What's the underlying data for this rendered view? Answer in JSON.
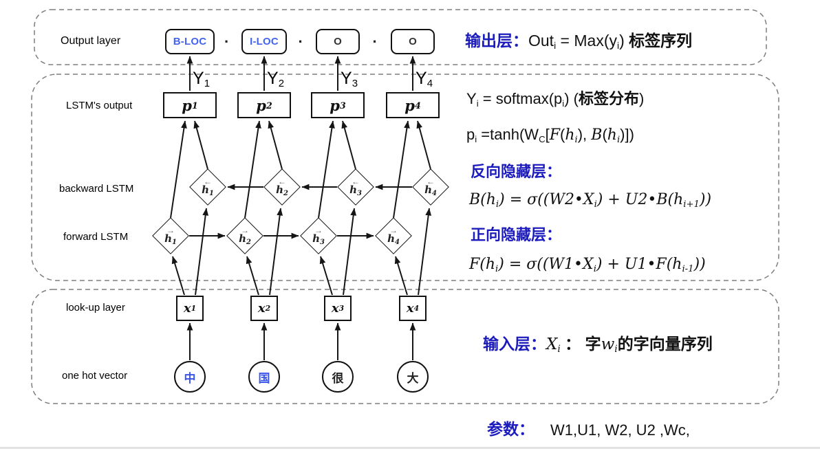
{
  "colors": {
    "heading_blue": "#1b1bbd",
    "tag_blue": "#4363f0",
    "char_blue": "#3b55e8",
    "line_black": "#151515",
    "dash_gray": "#7d7d7d"
  },
  "left_labels": {
    "output": "Output layer",
    "lstm_output": "LSTM's output",
    "backward": "backward LSTM",
    "forward": "forward LSTM",
    "lookup": "look-up layer",
    "onehot": "one hot vector"
  },
  "dot": "·",
  "output_tags": [
    {
      "label": "B-LOC",
      "blue": true
    },
    {
      "label": "I-LOC",
      "blue": true
    },
    {
      "label": "O",
      "blue": false
    },
    {
      "label": "O",
      "blue": false
    }
  ],
  "y_labels": [
    {
      "base": "Y",
      "sub": "1"
    },
    {
      "base": "Y",
      "sub": "2"
    },
    {
      "base": "Y",
      "sub": "3"
    },
    {
      "base": "Y",
      "sub": "4"
    }
  ],
  "p_nodes": [
    {
      "base": "p",
      "sub": "1"
    },
    {
      "base": "p",
      "sub": "2"
    },
    {
      "base": "p",
      "sub": "3"
    },
    {
      "base": "p",
      "sub": "4"
    }
  ],
  "backward_nodes": [
    {
      "arrow": "←",
      "base": "h",
      "sub": "1"
    },
    {
      "arrow": "←",
      "base": "h",
      "sub": "2"
    },
    {
      "arrow": "←",
      "base": "h",
      "sub": "3"
    },
    {
      "arrow": "←",
      "base": "h",
      "sub": "4"
    }
  ],
  "forward_nodes": [
    {
      "arrow": "→",
      "base": "h",
      "sub": "1"
    },
    {
      "arrow": "→",
      "base": "h",
      "sub": "2"
    },
    {
      "arrow": "→",
      "base": "h",
      "sub": "3"
    },
    {
      "arrow": "→",
      "base": "h",
      "sub": "4"
    }
  ],
  "x_nodes": [
    {
      "base": "x",
      "sub": "1"
    },
    {
      "base": "x",
      "sub": "2"
    },
    {
      "base": "x",
      "sub": "3"
    },
    {
      "base": "x",
      "sub": "4"
    }
  ],
  "one_hot_chars": [
    {
      "label": "中",
      "blue": true
    },
    {
      "label": "国",
      "blue": true
    },
    {
      "label": "很",
      "blue": false
    },
    {
      "label": "大",
      "blue": false
    }
  ],
  "annotations": {
    "output_note": [
      {
        "t": "输出层：",
        "c": "blue"
      },
      {
        "t": "Out",
        "c": ""
      },
      {
        "t": "i",
        "c": "sub"
      },
      {
        "t": " = Max(y",
        "c": ""
      },
      {
        "t": "i",
        "c": "sub"
      },
      {
        "t": ") ",
        "c": ""
      },
      {
        "t": "标签序列",
        "c": "cjk"
      }
    ],
    "y_formula": [
      {
        "t": "Y",
        "c": ""
      },
      {
        "t": "i",
        "c": "sub"
      },
      {
        "t": " = softmax(p",
        "c": ""
      },
      {
        "t": "i",
        "c": "sub"
      },
      {
        "t": ") (",
        "c": ""
      },
      {
        "t": "标签分布",
        "c": "cjk"
      },
      {
        "t": ")",
        "c": ""
      }
    ],
    "p_formula": [
      {
        "t": "p",
        "c": ""
      },
      {
        "t": "i",
        "c": "sub"
      },
      {
        "t": " =tanh(W",
        "c": ""
      },
      {
        "t": "C",
        "c": "sub"
      },
      {
        "t": "[",
        "c": ""
      },
      {
        "t": "F",
        "c": "math"
      },
      {
        "t": "(",
        "c": ""
      },
      {
        "t": "h",
        "c": "math"
      },
      {
        "t": "i",
        "c": "mathsub"
      },
      {
        "t": ")",
        "c": ""
      },
      {
        "t": ", ",
        "c": ""
      },
      {
        "t": "B",
        "c": "math"
      },
      {
        "t": "(",
        "c": ""
      },
      {
        "t": "h",
        "c": "math"
      },
      {
        "t": "i",
        "c": "mathsub"
      },
      {
        "t": ")",
        "c": ""
      },
      {
        "t": "])",
        "c": ""
      }
    ],
    "backward_title": [
      {
        "t": "反向隐藏层：",
        "c": "blue"
      }
    ],
    "backward_formula": [
      {
        "t": "B(h",
        "c": "math"
      },
      {
        "t": "i",
        "c": "mathsub"
      },
      {
        "t": ") = σ((W2•X",
        "c": "math"
      },
      {
        "t": "i",
        "c": "mathsub"
      },
      {
        "t": ") + U2•B(h",
        "c": "math"
      },
      {
        "t": "i+1",
        "c": "mathsub"
      },
      {
        "t": "))",
        "c": "math"
      }
    ],
    "forward_title": [
      {
        "t": "正向隐藏层：",
        "c": "blue"
      }
    ],
    "forward_formula": [
      {
        "t": "F(h",
        "c": "math"
      },
      {
        "t": "i",
        "c": "mathsub"
      },
      {
        "t": ") = σ((W1•X",
        "c": "math"
      },
      {
        "t": "i",
        "c": "mathsub"
      },
      {
        "t": ") + U1•F(h",
        "c": "math"
      },
      {
        "t": "i-1",
        "c": "mathsub"
      },
      {
        "t": "))",
        "c": "math"
      }
    ],
    "input_note": [
      {
        "t": "输入层：",
        "c": "blue"
      },
      {
        "t": "X",
        "c": "math"
      },
      {
        "t": "i",
        "c": "mathsub"
      },
      {
        "t": " ： ",
        "c": "cjk"
      },
      {
        "t": "字",
        "c": "cjk"
      },
      {
        "t": "w",
        "c": "math"
      },
      {
        "t": "i",
        "c": "mathsub"
      },
      {
        "t": "的字向量序列",
        "c": "cjk"
      }
    ],
    "params_label": [
      {
        "t": "参数：",
        "c": "blue"
      }
    ],
    "params_value": [
      {
        "t": "W1,U1, W2, U2 ,Wc,",
        "c": ""
      }
    ]
  }
}
